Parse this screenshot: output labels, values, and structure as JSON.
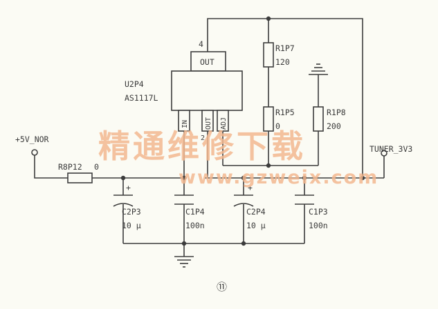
{
  "regulator": {
    "ref": "U2P4",
    "part": "AS1117L",
    "out_box_label": "OUT",
    "tab_pin_number": "4",
    "pin_in": "IN",
    "pin_out": "OUT",
    "pin_adj": "ADJ",
    "pin_num_2": "2"
  },
  "resistors": {
    "r1p7": {
      "ref": "R1P7",
      "value": "120"
    },
    "r1p5": {
      "ref": "R1P5",
      "value": "0"
    },
    "r1p8": {
      "ref": "R1P8",
      "value": "200"
    },
    "r8p12": {
      "ref": "R8P12",
      "value": "0"
    }
  },
  "capacitors": {
    "c2p3": {
      "ref": "C2P3",
      "value": "10 μ"
    },
    "c1p4": {
      "ref": "C1P4",
      "value": "100n"
    },
    "c2p4": {
      "ref": "C2P4",
      "value": "10 μ"
    },
    "c1p3": {
      "ref": "C1P3",
      "value": "100n"
    }
  },
  "nets": {
    "input": "+5V_NOR",
    "output": "TUNER_3V3"
  },
  "watermark": {
    "cn": "精通维修下载",
    "url": "www.gzweix.com"
  },
  "figure_number": "⑪"
}
